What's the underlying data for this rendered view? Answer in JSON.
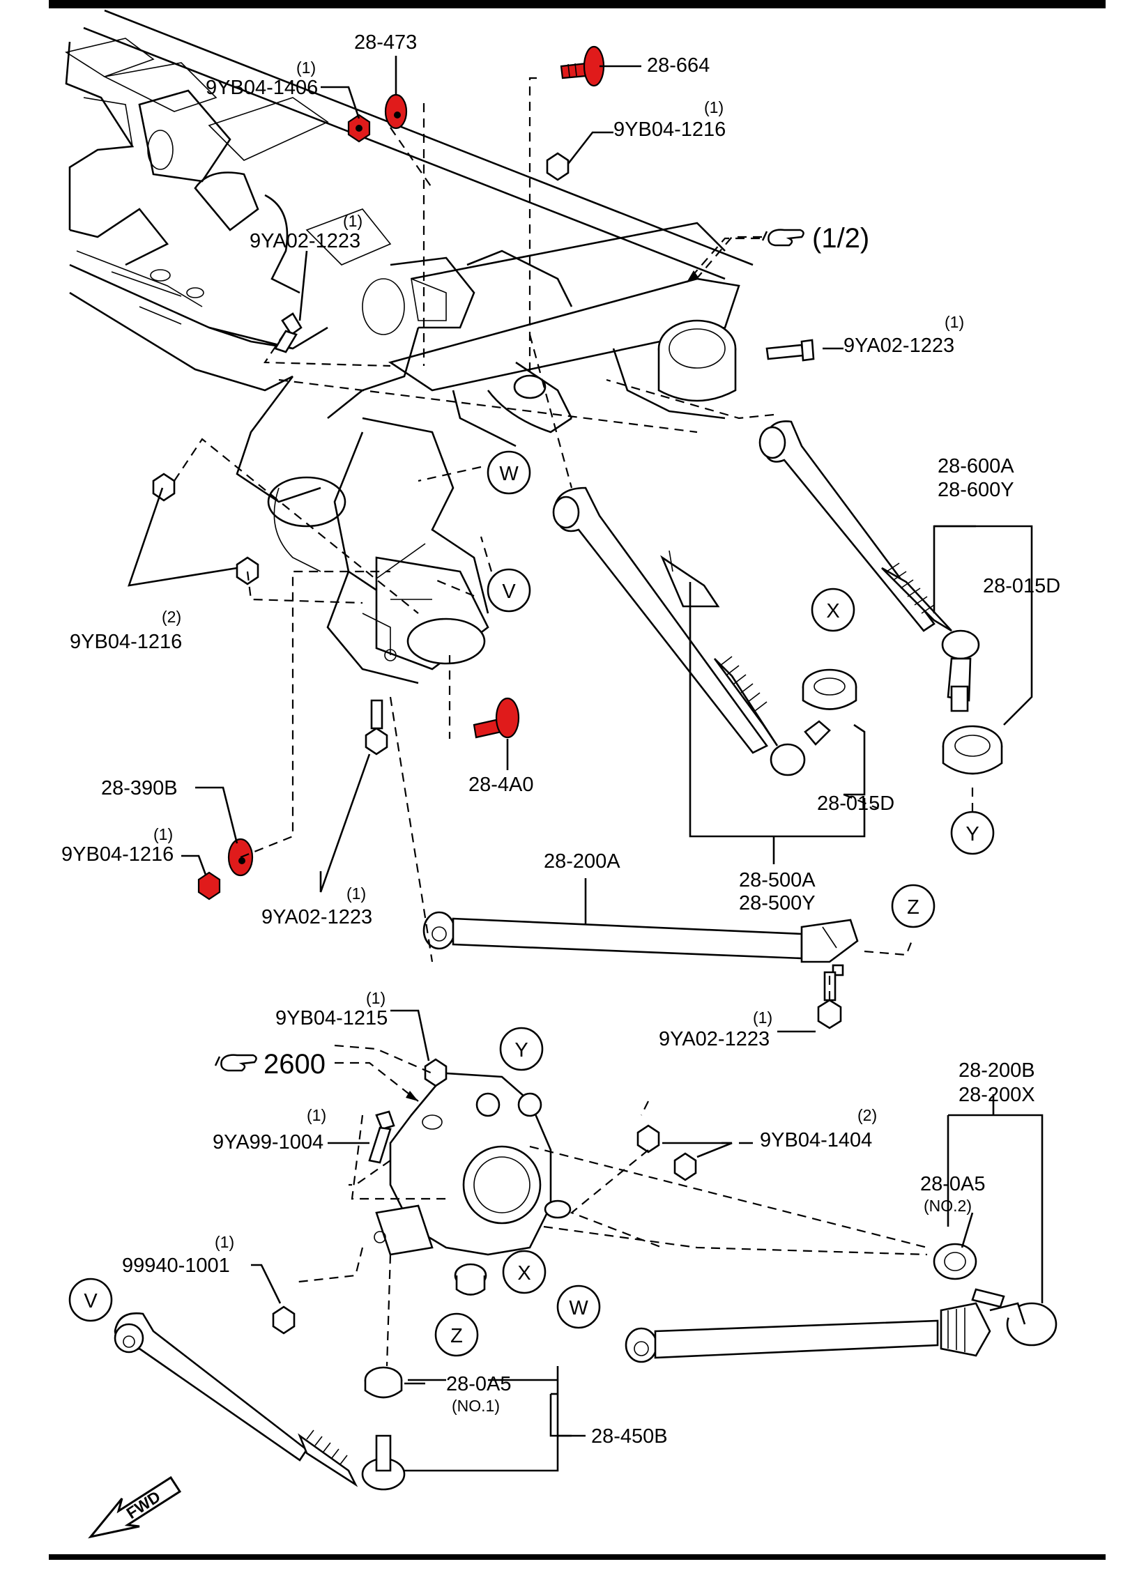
{
  "labels": {
    "p28_473": "28-473",
    "qty_9yb04_1406": "(1)",
    "p9yb04_1406": "9YB04-1406",
    "p28_664": "28-664",
    "qty_9yb04_1216_top": "(1)",
    "p9yb04_1216_top": "9YB04-1216",
    "qty_9ya02_1223_a": "(1)",
    "p9ya02_1223_a": "9YA02-1223",
    "ref_half": "(1/2)",
    "qty_9ya02_1223_b": "(1)",
    "p9ya02_1223_b": "9YA02-1223",
    "p28_600a": "28-600A",
    "p28_600y": "28-600Y",
    "p28_015d_a": "28-015D",
    "qty_9yb04_1216_left": "(2)",
    "p9yb04_1216_left": "9YB04-1216",
    "p28_4a0": "28-4A0",
    "p28_015d_b": "28-015D",
    "p28_390b": "28-390B",
    "qty_9yb04_1216_red": "(1)",
    "p9yb04_1216_red": "9YB04-1216",
    "p28_200a": "28-200A",
    "p28_500a": "28-500A",
    "p28_500y": "28-500Y",
    "qty_9ya02_1223_c": "(1)",
    "p9ya02_1223_c": "9YA02-1223",
    "qty_9yb04_1215": "(1)",
    "p9yb04_1215": "9YB04-1215",
    "qty_9ya02_1223_d": "(1)",
    "p9ya02_1223_d": "9YA02-1223",
    "ref_2600": "2600",
    "qty_9ya99_1004": "(1)",
    "p9ya99_1004": "9YA99-1004",
    "qty_9yb04_1404": "(2)",
    "p9yb04_1404": "9YB04-1404",
    "p28_200b": "28-200B",
    "p28_200x": "28-200X",
    "p28_0a5_no2": "28-0A5",
    "no2": "(NO.2)",
    "qty_99940_1001": "(1)",
    "p99940_1001": "99940-1001",
    "p28_0a5_no1": "28-0A5",
    "no1": "(NO.1)",
    "p28_450b": "28-450B",
    "fwd": "FWD"
  },
  "markers": {
    "W": "W",
    "V": "V",
    "X": "X",
    "Y": "Y",
    "Z": "Z"
  },
  "colors": {
    "highlight": "#e01b1b",
    "line": "#000000",
    "background": "#ffffff"
  },
  "icons": {
    "reference": "pointing-hand-icon",
    "direction": "fwd-arrow-icon"
  }
}
